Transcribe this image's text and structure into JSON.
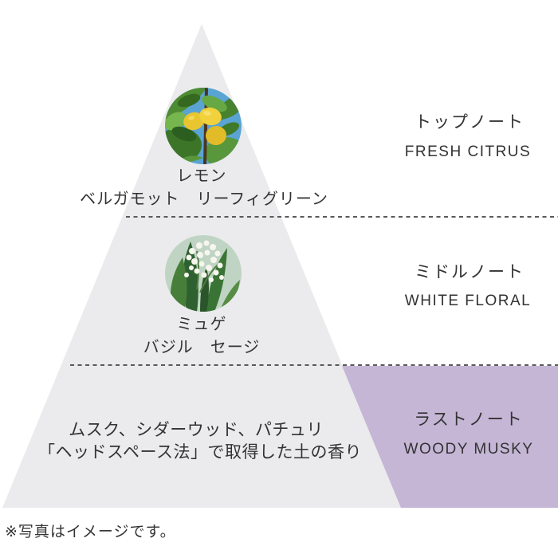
{
  "colors": {
    "background": "#ffffff",
    "pyramid_fill": "#ebebed",
    "last_note_fill": "#c5b6d6",
    "dashed_line": "#5a5a5a",
    "text": "#333333"
  },
  "notes": {
    "top": {
      "photo": "lemon-branch-photo",
      "ingredients_line1": "レモン",
      "ingredients_line2": "ベルガモット　リーフィグリーン",
      "label_jp": "トップノート",
      "label_en": "FRESH CITRUS"
    },
    "middle": {
      "photo": "lily-of-the-valley-photo",
      "ingredients_line1": "ミュゲ",
      "ingredients_line2": "バジル　セージ",
      "label_jp": "ミドルノート",
      "label_en": "WHITE FLORAL"
    },
    "last": {
      "ingredients_line1": "ムスク、シダーウッド、パチュリ",
      "ingredients_line2": "「ヘッドスペース法」で取得した土の香り",
      "label_jp": "ラストノート",
      "label_en": "WOODY MUSKY"
    }
  },
  "footnote": "※写真はイメージです。"
}
